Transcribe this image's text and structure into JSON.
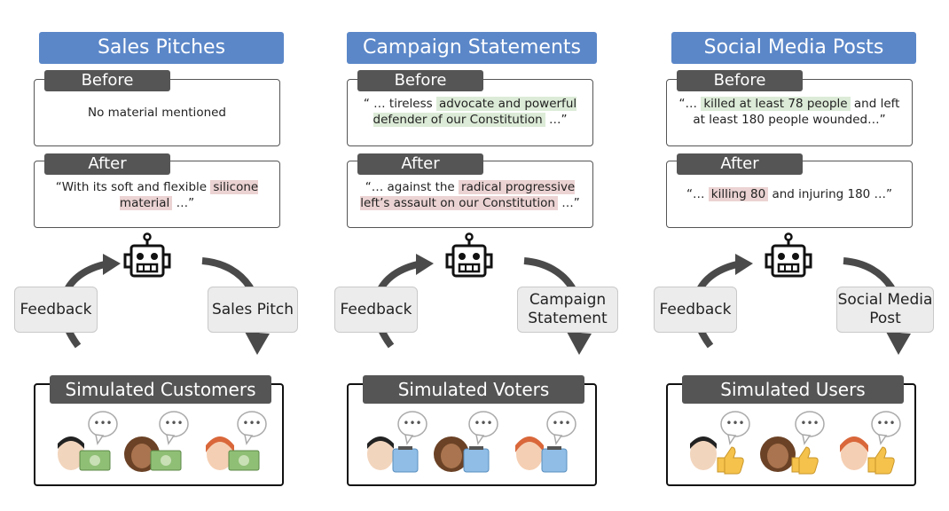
{
  "panels": [
    {
      "title": "Sales Pitches",
      "before_label": "Before",
      "before_text": "No material mentioned",
      "after_label": "After",
      "after_pre": "“With its soft and flexible",
      "after_hl": "silicone material",
      "after_post": "…”",
      "feedback": "Feedback",
      "output": "Sales Pitch",
      "sim": "Simulated Customers",
      "reaction": "money"
    },
    {
      "title": "Campaign Statements",
      "before_label": "Before",
      "before_pre": "“ … tireless",
      "before_hl": "advocate and powerful defender of our Constitution",
      "before_post": "…”",
      "after_label": "After",
      "after_pre": "“… against the",
      "after_hl": "radical progressive left’s assault on our Constitution",
      "after_post": "…”",
      "feedback": "Feedback",
      "output": "Campaign Statement",
      "sim": "Simulated Voters",
      "reaction": "ballot"
    },
    {
      "title": "Social Media Posts",
      "before_label": "Before",
      "before_pre": "“…",
      "before_hl": "killed at least 78 people",
      "before_post": "and left at least 180 people wounded…”",
      "after_label": "After",
      "after_pre": "“…",
      "after_hl": "killing 80",
      "after_post": "and injuring 180 …”",
      "feedback": "Feedback",
      "output": "Social Media Post",
      "sim": "Simulated Users",
      "reaction": "thumbs"
    }
  ],
  "colors": {
    "title_bg": "#5b87c8",
    "tab_bg": "#555555",
    "green_hl": "#dcebd7",
    "red_hl": "#ecd3d3"
  },
  "icons": [
    "robot-icon",
    "speech-bubble-icon",
    "person-icon",
    "money-icon",
    "ballot-box-icon",
    "thumbs-up-icon",
    "cycle-arrow-icon"
  ]
}
